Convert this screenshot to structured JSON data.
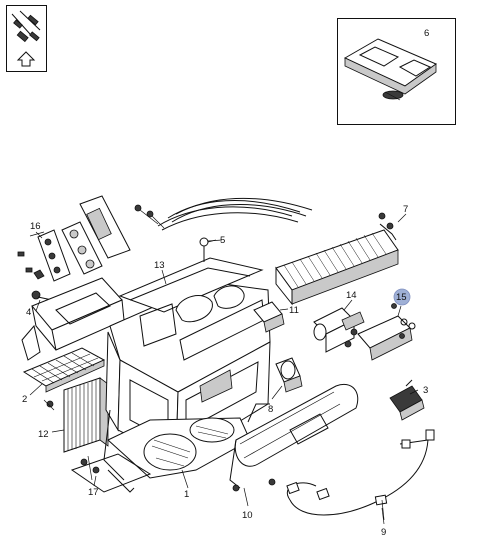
{
  "inset_part_label": "6",
  "callouts": {
    "c1": "1",
    "c2": "2",
    "c3": "3",
    "c4": "4",
    "c5": "5",
    "c7": "7",
    "c8": "8",
    "c9": "9",
    "c10": "10",
    "c11": "11",
    "c12": "12",
    "c13": "13",
    "c14": "14",
    "c15": "15",
    "c16": "16",
    "c17": "17"
  },
  "highlight_color": "#9fb0d6"
}
